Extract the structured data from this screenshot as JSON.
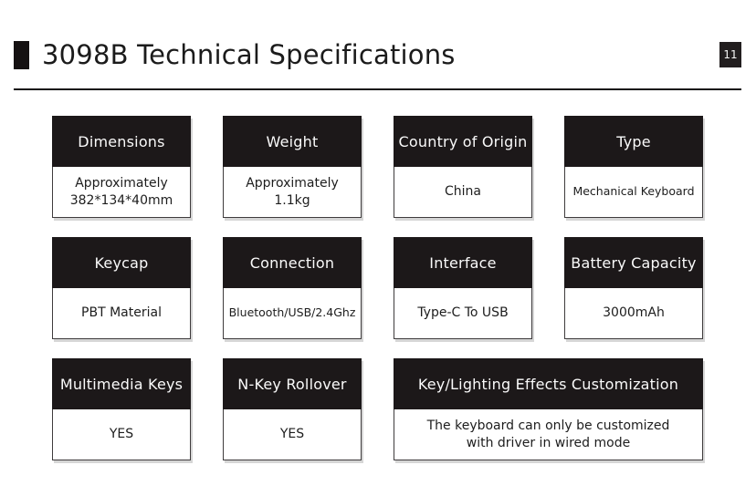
{
  "header": {
    "title": "3098B Technical Specifications",
    "page_number": "11"
  },
  "cards": [
    {
      "label": "Dimensions",
      "value": "Approximately\n382*134*40mm"
    },
    {
      "label": "Weight",
      "value": "Approximately\n1.1kg"
    },
    {
      "label": "Country of Origin",
      "value": "China"
    },
    {
      "label": "Type",
      "value": "Mechanical Keyboard"
    },
    {
      "label": "Keycap",
      "value": "PBT Material"
    },
    {
      "label": "Connection",
      "value": "Bluetooth/USB/2.4Ghz"
    },
    {
      "label": "Interface",
      "value": "Type-C To USB"
    },
    {
      "label": "Battery Capacity",
      "value": "3000mAh"
    },
    {
      "label": "Multimedia Keys",
      "value": "YES"
    },
    {
      "label": "N-Key Rollover",
      "value": "YES"
    },
    {
      "label": "Key/Lighting Effects Customization",
      "value": "The keyboard can only be customized\nwith driver in wired mode"
    }
  ]
}
